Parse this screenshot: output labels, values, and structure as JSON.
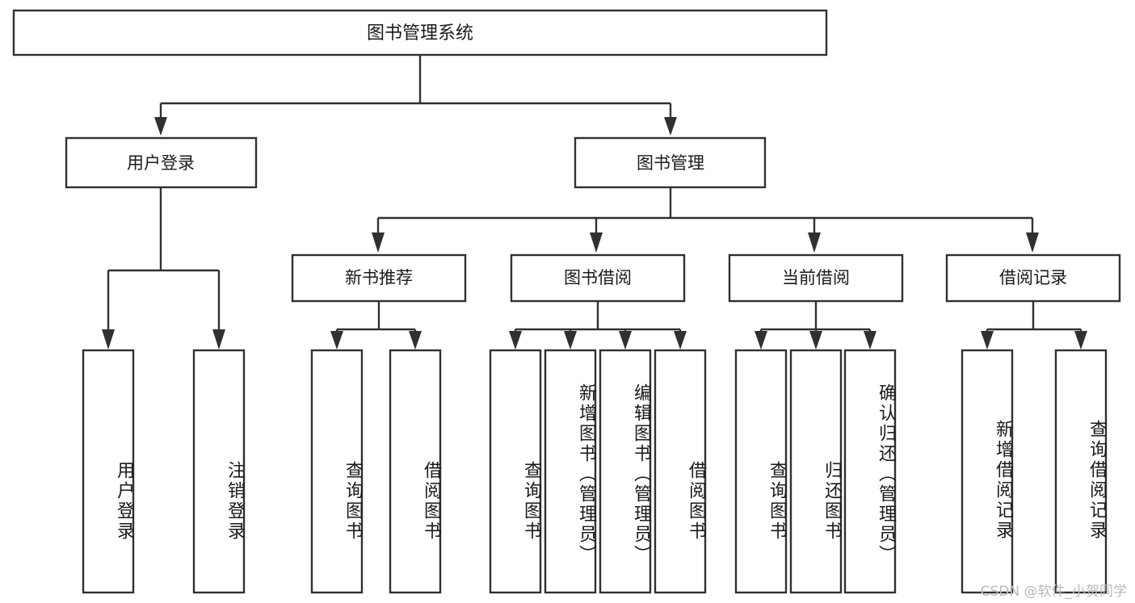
{
  "diagram": {
    "title": "图书管理系统",
    "type": "hierarchy-tree",
    "watermark": "CSDN @软件_小贺同学",
    "colors": {
      "box_fill": "#ffffff",
      "box_stroke": "#303030",
      "text": "#1a1a1a",
      "watermark": "#b9b9b9",
      "background": "#ffffff"
    },
    "root": {
      "label": "图书管理系统"
    },
    "level2": [
      {
        "label": "用户登录"
      },
      {
        "label": "图书管理"
      }
    ],
    "level3": [
      {
        "label": "新书推荐"
      },
      {
        "label": "图书借阅"
      },
      {
        "label": "当前借阅"
      },
      {
        "label": "借阅记录"
      }
    ],
    "leaves": {
      "user_login": [
        {
          "label": "用户登录"
        },
        {
          "label": "注销登录"
        }
      ],
      "new_book_recommend": [
        {
          "label": "查询图书"
        },
        {
          "label": "借阅图书"
        }
      ],
      "book_borrow": [
        {
          "label": "查询图书"
        },
        {
          "label": "新增图书（管理员）"
        },
        {
          "label": "编辑图书（管理员）"
        },
        {
          "label": "借阅图书"
        }
      ],
      "current_borrow": [
        {
          "label": "查询图书"
        },
        {
          "label": "归还图书"
        },
        {
          "label": "确认归还（管理员）"
        }
      ],
      "borrow_record": [
        {
          "label": "新增借阅记录"
        },
        {
          "label": "查询借阅记录"
        }
      ]
    }
  }
}
